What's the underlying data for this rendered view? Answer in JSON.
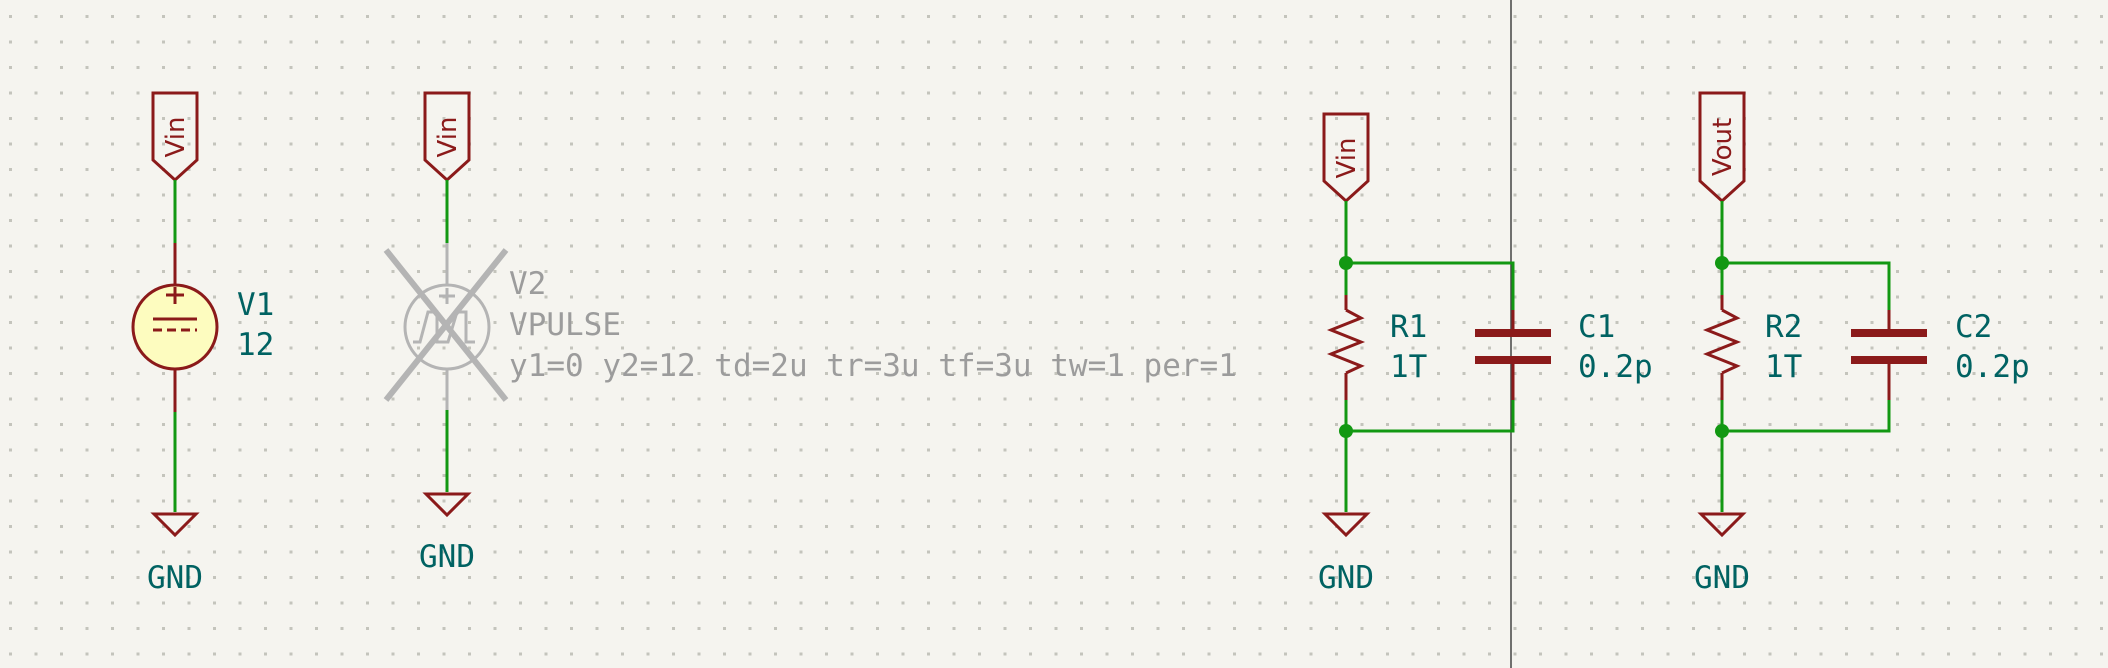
{
  "colors": {
    "background": "#f5f4ef",
    "grid_dot": "#c4c4bc",
    "wire": "#129812",
    "symbol": "#8b1a1a",
    "symbol_fill": "#fdfcbf",
    "reference_text": "#006262",
    "excluded": "#b4b4b4",
    "excluded_text": "#9c9c9c",
    "sheet_border": "#444444"
  },
  "labels": {
    "vin_1": "Vin",
    "vin_2": "Vin",
    "vin_3": "Vin",
    "vout": "Vout"
  },
  "grounds": {
    "gnd_1": "GND",
    "gnd_2": "GND",
    "gnd_3": "GND",
    "gnd_4": "GND"
  },
  "components": {
    "v1": {
      "ref": "V1",
      "value": "12",
      "icon": "dc-voltage-source-icon"
    },
    "v2": {
      "ref": "V2",
      "value": "VPULSE",
      "params": "y1=0 y2=12 td=2u tr=3u tf=3u tw=1 per=1",
      "icon": "pulse-voltage-source-icon",
      "excluded": true
    },
    "r1": {
      "ref": "R1",
      "value": "1T",
      "icon": "resistor-icon"
    },
    "c1": {
      "ref": "C1",
      "value": "0.2p",
      "icon": "capacitor-icon"
    },
    "r2": {
      "ref": "R2",
      "value": "1T",
      "icon": "resistor-icon"
    },
    "c2": {
      "ref": "C2",
      "value": "0.2p",
      "icon": "capacitor-icon"
    }
  }
}
